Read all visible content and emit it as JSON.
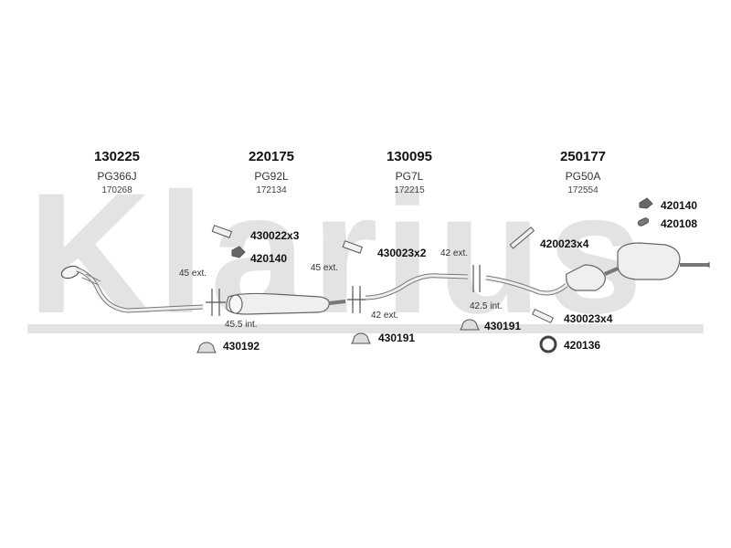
{
  "watermark": "Klarius",
  "groups": [
    {
      "number": "130225",
      "code": "PG366J",
      "sub": "170268"
    },
    {
      "number": "220175",
      "code": "PG92L",
      "sub": "172134"
    },
    {
      "number": "130095",
      "code": "PG7L",
      "sub": "172215"
    },
    {
      "number": "250177",
      "code": "PG50A",
      "sub": "172554"
    }
  ],
  "parts": {
    "clamp_430022": "430022x3",
    "bracket_420140_left": "420140",
    "clamp_430023_mid": "430023x2",
    "clamp_420023": "420023x4",
    "bracket_420140_right": "420140",
    "bracket_420108": "420108",
    "clamp_430023_right": "430023x4",
    "hanger_430192": "430192",
    "hanger_430191_a": "430191",
    "hanger_430191_b": "430191",
    "ring_420136": "420136"
  },
  "dims": {
    "ext_45_a": "45 ext.",
    "int_45_5": "45.5 int.",
    "ext_45_b": "45 ext.",
    "ext_42_a": "42 ext.",
    "ext_42_b": "42 ext.",
    "int_42_5": "42.5 int."
  }
}
